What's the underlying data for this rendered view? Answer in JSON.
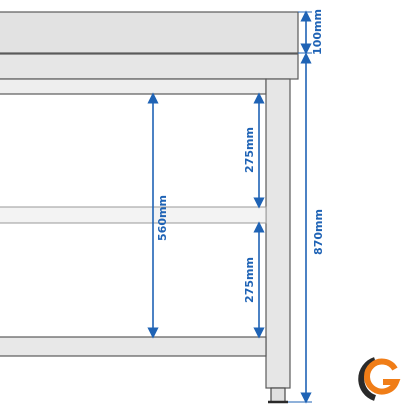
{
  "colors": {
    "dimension": "#1f63b5",
    "outline": "#5a5a5a",
    "panel_fill": "#e2e2e2",
    "leg_fill": "#e6e6e6",
    "logo_orange": "#f07d17",
    "logo_dark": "#2a2a2a"
  },
  "dimensions": {
    "backsplash_height": "100mm",
    "total_height": "870mm",
    "shelf_clearance": "560mm",
    "upper_gap": "275mm",
    "lower_gap": "275mm"
  },
  "logo": {
    "icon": "brand-g-logo-icon"
  }
}
